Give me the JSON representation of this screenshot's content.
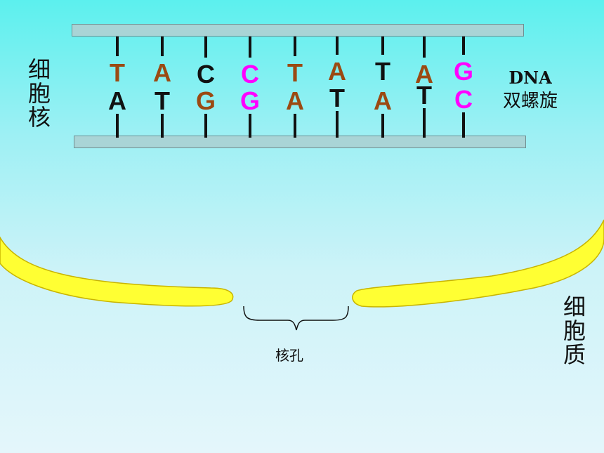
{
  "labels": {
    "nucleus": "细胞核",
    "cytoplasm": "细胞质",
    "dna_line1": "DNA",
    "dna_line2": "双螺旋",
    "nuclear_pore": "核孔"
  },
  "pairs": [
    {
      "top": "T",
      "bottom": "A",
      "top_color": "#9b4a12",
      "bottom_color": "#111111"
    },
    {
      "top": "A",
      "bottom": "T",
      "top_color": "#9b4a12",
      "bottom_color": "#111111"
    },
    {
      "top": "C",
      "bottom": "G",
      "top_color": "#111111",
      "bottom_color": "#9b4a12"
    },
    {
      "top": "C",
      "bottom": "G",
      "top_color": "#ff00ff",
      "bottom_color": "#ff00ff"
    },
    {
      "top": "T",
      "bottom": "A",
      "top_color": "#9b4a12",
      "bottom_color": "#9b4a12"
    },
    {
      "top": "A",
      "bottom": "T",
      "top_color": "#9b4a12",
      "bottom_color": "#111111"
    },
    {
      "top": "T",
      "bottom": "A",
      "top_color": "#111111",
      "bottom_color": "#9b4a12"
    },
    {
      "top": "A",
      "bottom": "T",
      "top_color": "#9b4a12",
      "bottom_color": "#111111"
    },
    {
      "top": "G",
      "bottom": "C",
      "top_color": "#ff00ff",
      "bottom_color": "#ff00ff"
    }
  ],
  "colors": {
    "membrane": "#ffff33",
    "membrane_outline": "#c8b400",
    "strand": "#a9d4d6"
  }
}
